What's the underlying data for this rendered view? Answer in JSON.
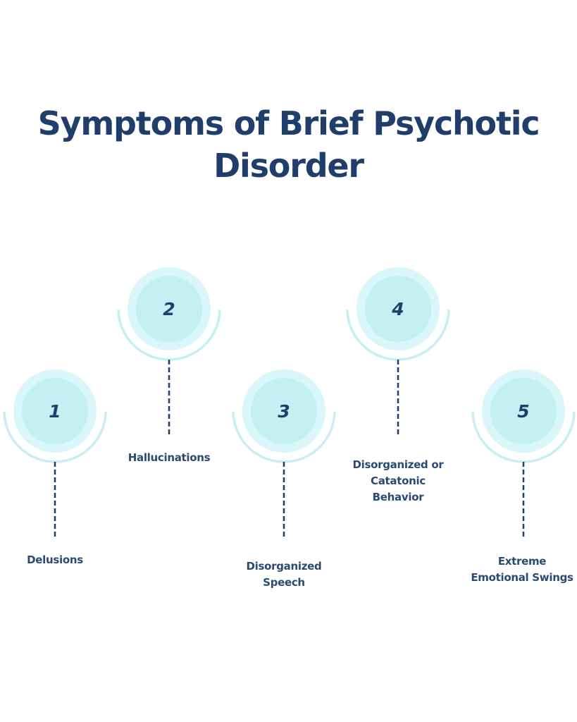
{
  "title": {
    "line1": "Symptoms of Brief Psychotic",
    "line2": "Disorder"
  },
  "colors": {
    "title": "#1f3e6b",
    "label": "#2a4a73",
    "outer_disc": "#d9f6f8",
    "inner_disc": "#c4eff3",
    "arc": "#c9eef1",
    "dash": "#1f3e6b"
  },
  "steps": [
    {
      "number": "1",
      "label_lines": [
        "Delusions"
      ],
      "row": "low"
    },
    {
      "number": "2",
      "label_lines": [
        "Hallucinations"
      ],
      "row": "high"
    },
    {
      "number": "3",
      "label_lines": [
        "Disorganized",
        "Speech"
      ],
      "row": "low"
    },
    {
      "number": "4",
      "label_lines": [
        "Disorganized or",
        "Catatonic",
        "Behavior"
      ],
      "row": "high"
    },
    {
      "number": "5",
      "label_lines": [
        "Extreme",
        "Emotional Swings"
      ],
      "row": "low"
    }
  ]
}
